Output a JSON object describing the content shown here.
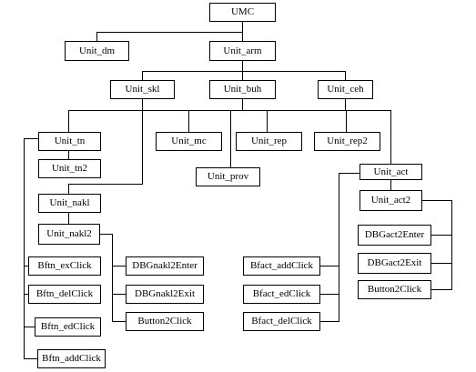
{
  "nodes": {
    "umc": "UMC",
    "unit_dm": "Unit_dm",
    "unit_arm": "Unit_arm",
    "unit_skl": "Unit_skl",
    "unit_buh": "Unit_buh",
    "unit_ceh": "Unit_ceh",
    "unit_tn": "Unit_tn",
    "unit_mc": "Unit_mc",
    "unit_rep": "Unit_rep",
    "unit_rep2": "Unit_rep2",
    "unit_tn2": "Unit_tn2",
    "unit_prov": "Unit_prov",
    "unit_act": "Unit_act",
    "unit_nakl": "Unit_nakl",
    "unit_act2": "Unit_act2",
    "unit_nakl2": "Unit_nakl2",
    "dbgact2enter": "DBGact2Enter",
    "bftn_exclick": "Bftn_exClick",
    "dbgnakl2enter": "DBGnakl2Enter",
    "bfact_addclick": "Bfact_addClick",
    "dbgact2exit": "DBGact2Exit",
    "bftn_delclick": "Bftn_delClick",
    "dbgnakl2exit": "DBGnakl2Exit",
    "bfact_edclick": "Bfact_edClick",
    "button2click_act": "Button2Click",
    "bftn_edclick": "Bftn_edClick",
    "button2click_nakl": "Button2Click",
    "bfact_delclick": "Bfact_delClick",
    "bftn_addclick": "Bftn_addClick"
  }
}
